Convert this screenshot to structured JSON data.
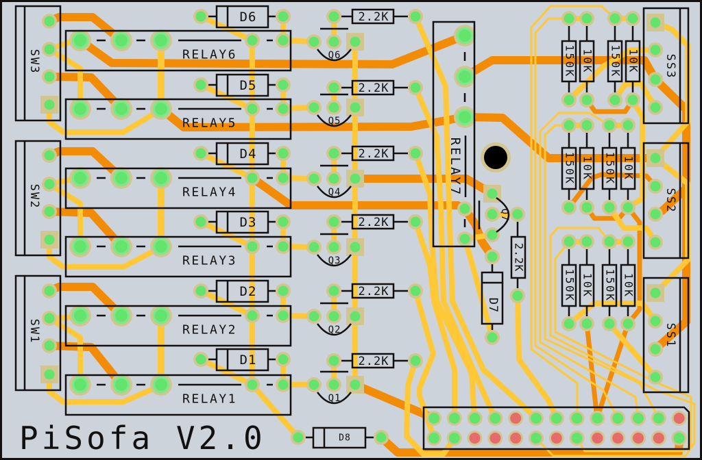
{
  "board": {
    "title": "PiSofa V2.0"
  },
  "colors": {
    "board": "#cdd3da",
    "border": "#111111",
    "silkscreen": "#111111",
    "trace_bottom": "#f28c06",
    "trace_top": "#ffc836",
    "pad_ring": "#d2c58f",
    "pad_highlight": "#80e68a",
    "pad_connected": "#63e56d",
    "pad_unconnected": "#e66b6b",
    "mounting_hole": "#000000"
  },
  "sw_connectors": [
    {
      "label": "SW3"
    },
    {
      "label": "SW2"
    },
    {
      "label": "SW1"
    }
  ],
  "ss_connectors": [
    {
      "label": "SS3"
    },
    {
      "label": "SS2"
    },
    {
      "label": "SS1"
    }
  ],
  "relays": [
    {
      "label": "RELAY6"
    },
    {
      "label": "RELAY5"
    },
    {
      "label": "RELAY4"
    },
    {
      "label": "RELAY3"
    },
    {
      "label": "RELAY2"
    },
    {
      "label": "RELAY1"
    }
  ],
  "relay7": {
    "label": "RELAY7"
  },
  "diodes": [
    {
      "label": "D6"
    },
    {
      "label": "D5"
    },
    {
      "label": "D4"
    },
    {
      "label": "D3"
    },
    {
      "label": "D2"
    },
    {
      "label": "D1"
    }
  ],
  "diode_d7": {
    "label": "D7"
  },
  "diode_d8": {
    "label": "D8"
  },
  "transistors": [
    {
      "label": "Q6"
    },
    {
      "label": "Q5"
    },
    {
      "label": "Q4"
    },
    {
      "label": "Q3"
    },
    {
      "label": "Q2"
    },
    {
      "label": "Q1"
    }
  ],
  "transistor_q7": {
    "label": "Q7"
  },
  "base_resistors": [
    {
      "value": "2.2K"
    },
    {
      "value": "2.2K"
    },
    {
      "value": "2.2K"
    },
    {
      "value": "2.2K"
    },
    {
      "value": "2.2K"
    },
    {
      "value": "2.2K"
    }
  ],
  "q7_base_resistor": {
    "value": "2.2K"
  },
  "divider_groups": [
    {
      "connector": "SS3",
      "resistors": [
        {
          "value": "150K"
        },
        {
          "value": "10K"
        },
        {
          "value": "150K"
        },
        {
          "value": "10K"
        }
      ]
    },
    {
      "connector": "SS2",
      "resistors": [
        {
          "value": "150K"
        },
        {
          "value": "10K"
        },
        {
          "value": "150K"
        },
        {
          "value": "10K"
        }
      ]
    },
    {
      "connector": "SS1",
      "resistors": [
        {
          "value": "150K"
        },
        {
          "value": "10K"
        },
        {
          "value": "150K"
        },
        {
          "value": "10K"
        }
      ]
    }
  ],
  "gpio_header": {
    "rows": [
      [
        "connected",
        "connected",
        "connected",
        "connected",
        "unconnected",
        "connected",
        "connected",
        "connected",
        "connected",
        "connected",
        "connected",
        "connected",
        "unconnected"
      ],
      [
        "connected",
        "connected",
        "unconnected",
        "unconnected",
        "unconnected",
        "connected",
        "unconnected",
        "connected",
        "unconnected",
        "unconnected",
        "unconnected",
        "unconnected",
        "connected"
      ]
    ]
  }
}
